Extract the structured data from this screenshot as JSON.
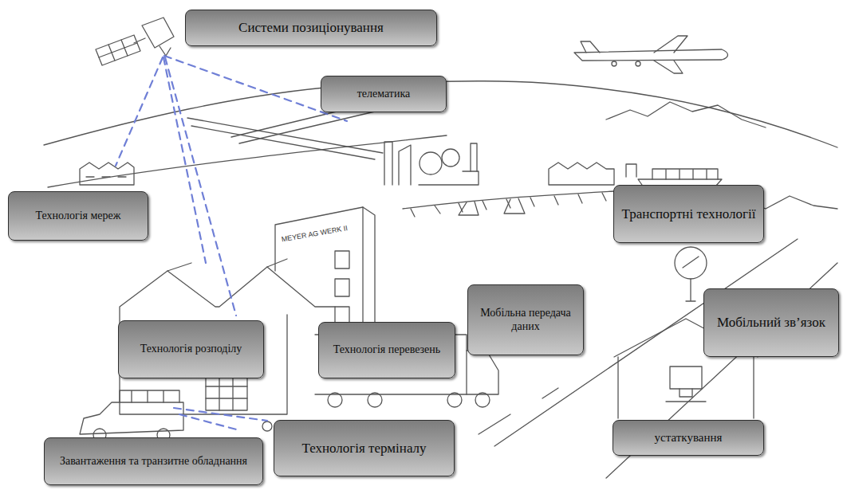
{
  "diagram": {
    "nodes": [
      {
        "text": [
          "Системи позиціонування"
        ]
      },
      {
        "text": [
          "телематика"
        ]
      },
      {
        "text": [
          "Технологія мереж"
        ]
      },
      {
        "text": [
          "Транспортні технології"
        ]
      },
      {
        "text": [
          "Мобільна передача даних"
        ]
      },
      {
        "text": [
          "Мобільний зв’язок"
        ]
      },
      {
        "text": [
          "Технологія розподілу"
        ]
      },
      {
        "text": [
          "Технологія перевезень"
        ]
      },
      {
        "text": [
          "Технологія терміналу"
        ]
      },
      {
        "text": [
          "Завантаження та транзитне обладнання"
        ]
      },
      {
        "text": [
          "устаткування"
        ]
      }
    ],
    "labels": [
      "MEYER AG WERK II"
    ]
  }
}
